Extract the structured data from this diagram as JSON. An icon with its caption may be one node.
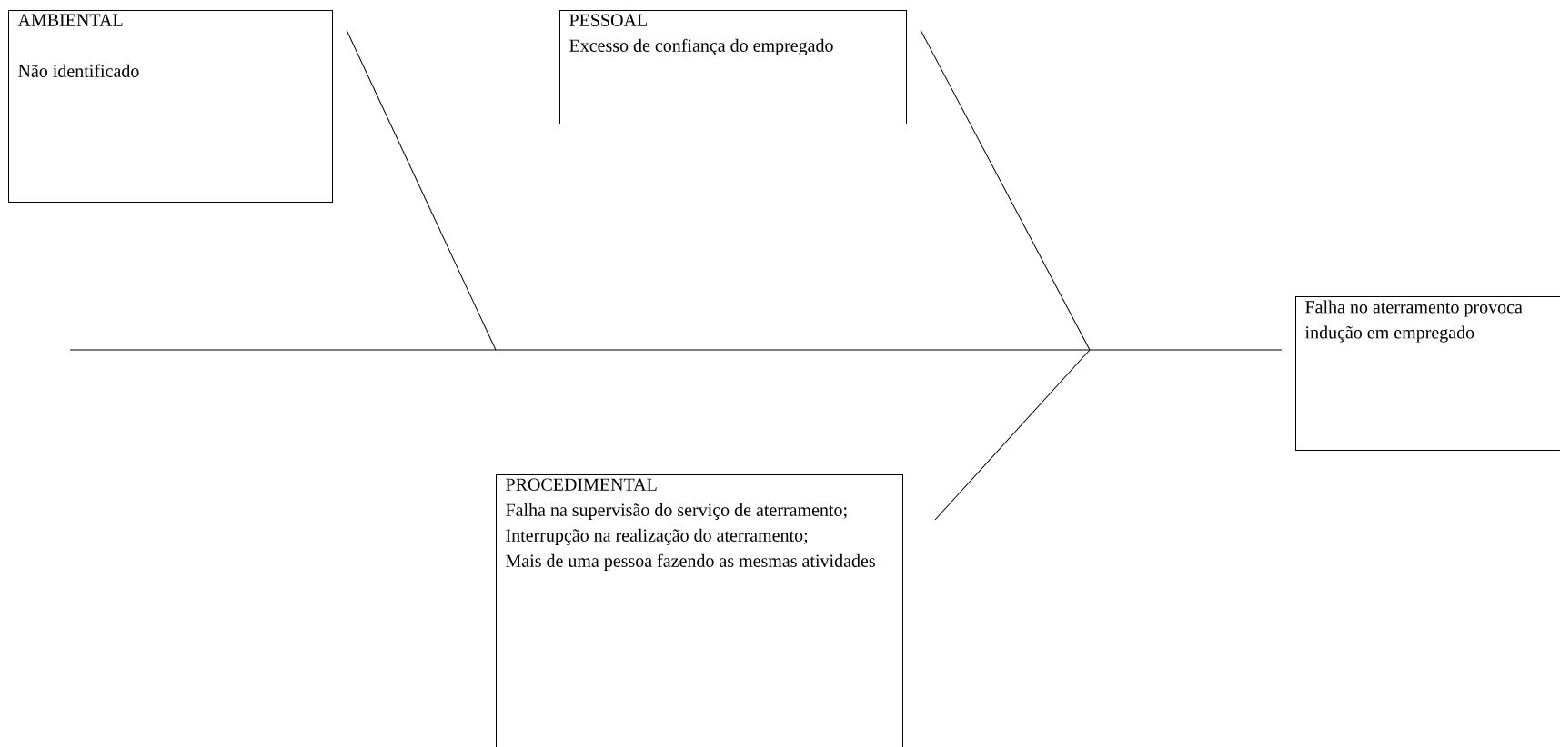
{
  "diagram": {
    "nodes": [
      {
        "text": [
          "AMBIENTAL",
          "Não identificado"
        ]
      },
      {
        "text": [
          "PESSOAL",
          "Excesso de confiança do empregado"
        ]
      },
      {
        "text": [
          "Falha no aterramento provoca indução em empregado"
        ]
      },
      {
        "text": [
          "PROCEDIMENTAL",
          "Falha na supervisão do serviço de aterramento;",
          "Interrupção na realização do aterramento;",
          "Mais de uma pessoa fazendo as mesmas atividades"
        ]
      }
    ],
    "edges": [
      {
        "from": null,
        "to": 2,
        "arrow": "none"
      },
      {
        "from": 0,
        "to": null,
        "arrow": "none"
      },
      {
        "from": 1,
        "to": null,
        "arrow": "none"
      },
      {
        "from": 3,
        "to": null,
        "arrow": "none"
      }
    ]
  }
}
